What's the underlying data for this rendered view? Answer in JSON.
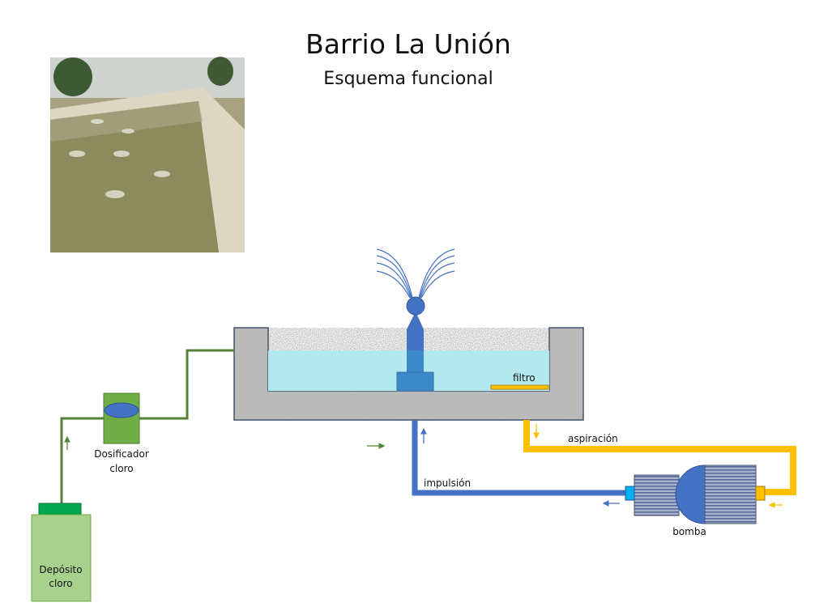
{
  "title": "Barrio La Unión",
  "subtitle": "Esquema funcional",
  "photo": {
    "subject": "fountain-photo"
  },
  "labels": {
    "filter": "filtro",
    "doser": [
      "Dosificador",
      "cloro"
    ],
    "tank": [
      "Depósito",
      "cloro"
    ],
    "delivery": "impulsión",
    "suction": "aspiración",
    "pump": "bomba"
  },
  "colors": {
    "chlorine_pipe": "#548235",
    "delivery_pipe": "#4472c4",
    "suction_pipe": "#ffc000",
    "water": "#b4e8ef",
    "tank": "#a9d18e",
    "tank_cap": "#00a651"
  }
}
